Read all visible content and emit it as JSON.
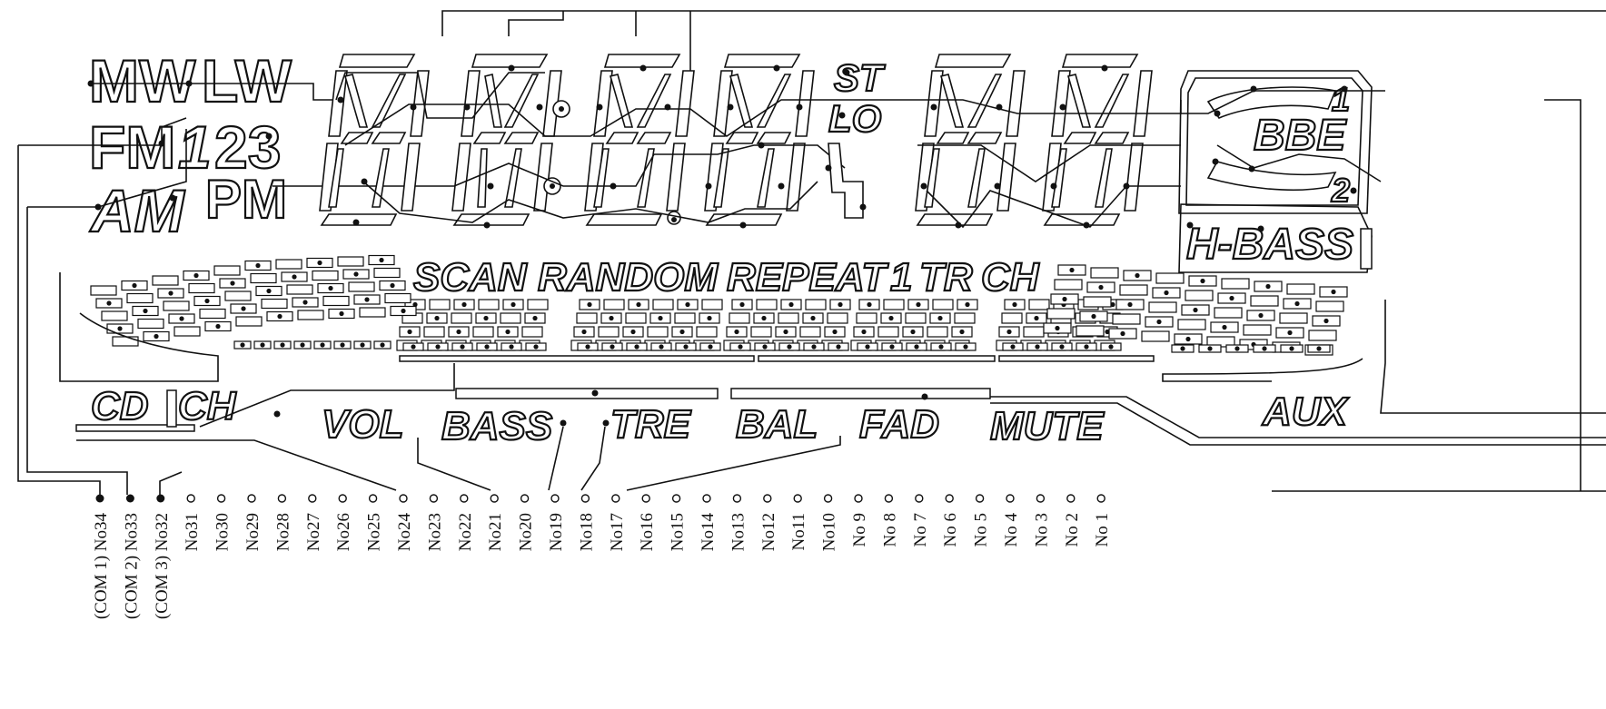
{
  "labels": {
    "band_mw": "MW",
    "band_lw": "LW",
    "band_fm": "FM",
    "preset_1": "1",
    "preset_23": "23",
    "am": "AM",
    "pm": "PM",
    "stereo": "ST",
    "local": "LO",
    "bbe": "BBE",
    "bbe_1": "1",
    "bbe_2": "2",
    "hbass": "H-BASS",
    "scan": "SCAN",
    "random": "RANDOM",
    "repeat": "REPEAT",
    "repeat_1": "1",
    "tr": "TR",
    "ch": "CH",
    "cd": "CD",
    "cd_ch": "CH",
    "vol": "VOL",
    "bass": "BASS",
    "tre": "TRE",
    "bal": "BAL",
    "fad": "FAD",
    "mute": "MUTE",
    "aux": "AUX"
  },
  "pins": [
    {
      "name": "(COM 1) No34",
      "common": true
    },
    {
      "name": "(COM 2) No33",
      "common": true
    },
    {
      "name": "(COM 3) No32",
      "common": true
    },
    {
      "name": "No31",
      "common": false
    },
    {
      "name": "No30",
      "common": false
    },
    {
      "name": "No29",
      "common": false
    },
    {
      "name": "No28",
      "common": false
    },
    {
      "name": "No27",
      "common": false
    },
    {
      "name": "No26",
      "common": false
    },
    {
      "name": "No25",
      "common": false
    },
    {
      "name": "No24",
      "common": false
    },
    {
      "name": "No23",
      "common": false
    },
    {
      "name": "No22",
      "common": false
    },
    {
      "name": "No21",
      "common": false
    },
    {
      "name": "No20",
      "common": false
    },
    {
      "name": "No19",
      "common": false
    },
    {
      "name": "No18",
      "common": false
    },
    {
      "name": "No17",
      "common": false
    },
    {
      "name": "No16",
      "common": false
    },
    {
      "name": "No15",
      "common": false
    },
    {
      "name": "No14",
      "common": false
    },
    {
      "name": "No13",
      "common": false
    },
    {
      "name": "No12",
      "common": false
    },
    {
      "name": "No11",
      "common": false
    },
    {
      "name": "No10",
      "common": false
    },
    {
      "name": "No 9",
      "common": false
    },
    {
      "name": "No 8",
      "common": false
    },
    {
      "name": "No 7",
      "common": false
    },
    {
      "name": "No 6",
      "common": false
    },
    {
      "name": "No 5",
      "common": false
    },
    {
      "name": "No 4",
      "common": false
    },
    {
      "name": "No 3",
      "common": false
    },
    {
      "name": "No 2",
      "common": false
    },
    {
      "name": "No 1",
      "common": false
    }
  ]
}
